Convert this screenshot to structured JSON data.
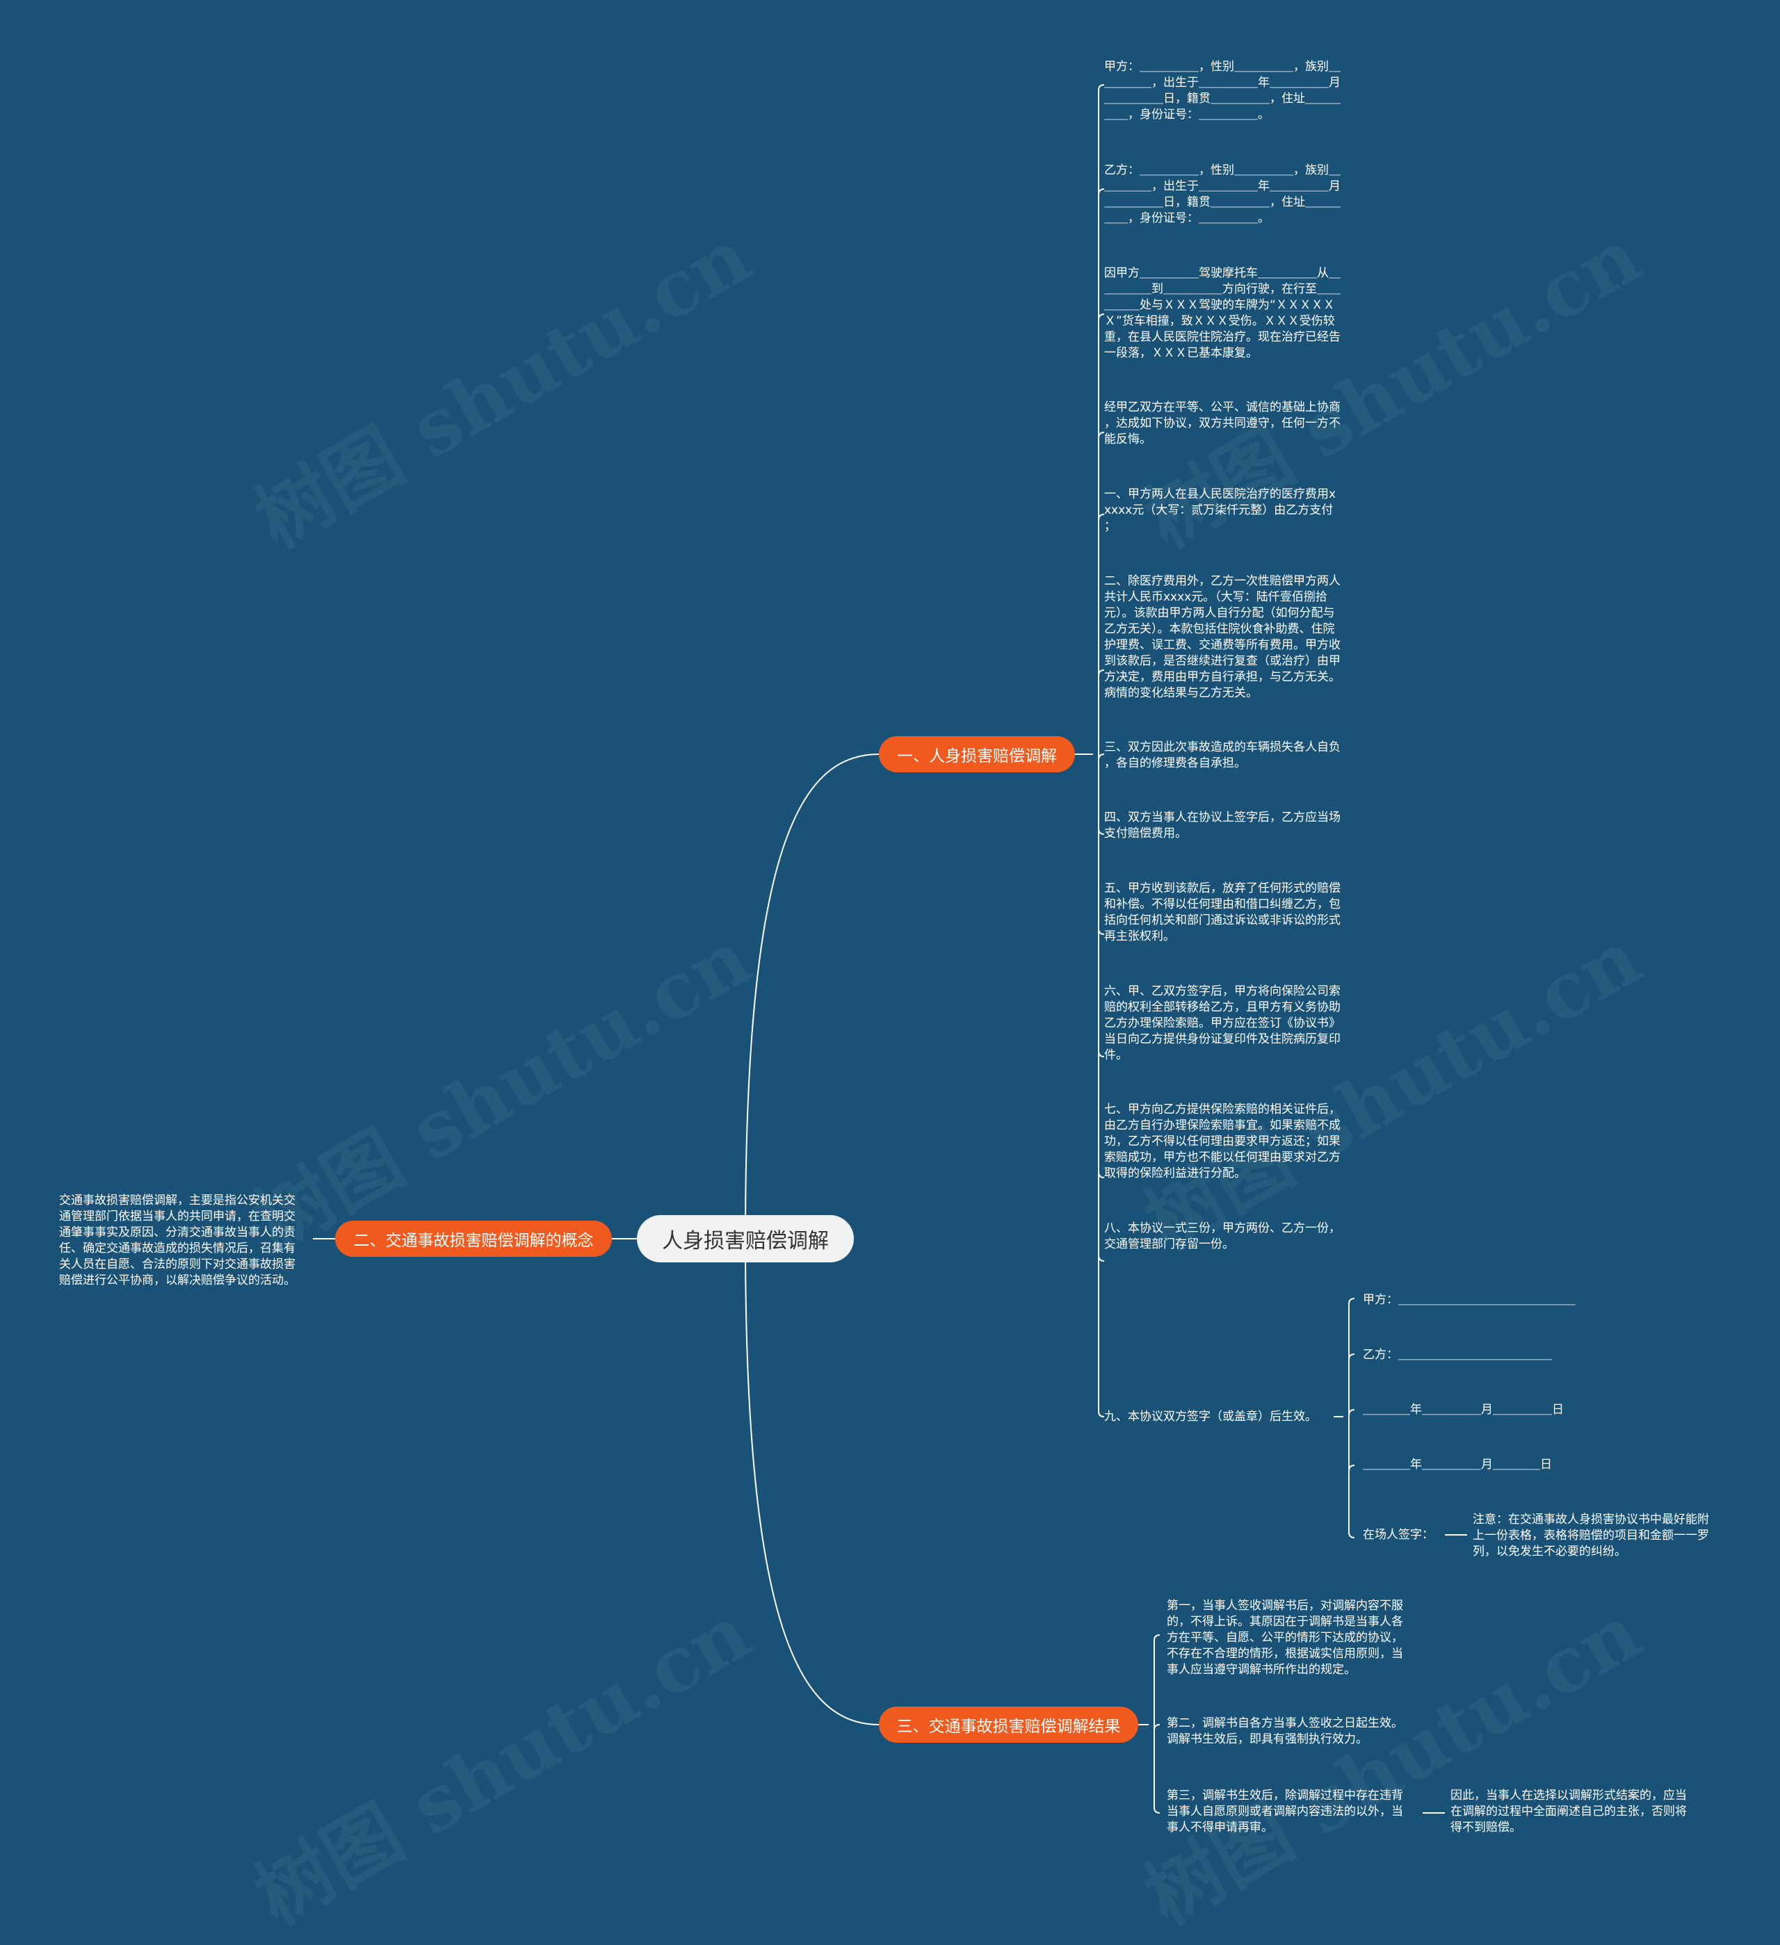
{
  "watermark": "树图 shutu.cn",
  "root": "人身损害赔偿调解",
  "branches": {
    "b1": "一、人身损害赔偿调解",
    "b2": "二、交通事故损害赔偿调解的概念",
    "b3": "三、交通事故损害赔偿调解结果"
  },
  "b1_items": [
    "甲方：＿＿＿＿＿，性别＿＿＿＿＿，族别＿\n＿＿＿＿，出生于＿＿＿＿＿年＿＿＿＿＿月\n＿＿＿＿＿日，籍贯＿＿＿＿＿，住址＿＿＿\n＿＿，身份证号：＿＿＿＿＿。",
    "乙方：＿＿＿＿＿，性别＿＿＿＿＿，族别＿\n＿＿＿＿，出生于＿＿＿＿＿年＿＿＿＿＿月\n＿＿＿＿＿日，籍贯＿＿＿＿＿，住址＿＿＿\n＿＿，身份证号：＿＿＿＿＿。",
    "因甲方＿＿＿＿＿驾驶摩托车＿＿＿＿＿从＿\n＿＿＿＿到＿＿＿＿＿方向行驶，在行至＿＿\n＿＿＿处与ＸＸＸ驾驶的车牌为“ＸＸＸＸＸ\nＸ”货车相撞，致ＸＸＸ受伤。ＸＸＸ受伤较\n重，在县人民医院住院治疗。现在治疗已经告\n一段落，ＸＸＸ已基本康复。",
    "经甲乙双方在平等、公平、诚信的基础上协商\n，达成如下协议，双方共同遵守，任何一方不\n能反悔。",
    "一、甲方两人在县人民医院治疗的医疗费用x\nxxxx元（大写：贰万柒仟元整）由乙方支付\n；",
    "二、除医疗费用外，乙方一次性赔偿甲方两人\n共计人民币xxxx元。（大写：陆仟壹佰捌拾\n元）。该款由甲方两人自行分配（如何分配与\n乙方无关）。本款包括住院伙食补助费、住院\n护理费、误工费、交通费等所有费用。甲方收\n到该款后，是否继续进行复查（或治疗）由甲\n方决定，费用由甲方自行承担，与乙方无关。\n病情的变化结果与乙方无关。",
    "三、双方因此次事故造成的车辆损失各人自负\n，各自的修理费各自承担。",
    "四、双方当事人在协议上签字后，乙方应当场\n支付赔偿费用。",
    "五、甲方收到该款后，放弃了任何形式的赔偿\n和补偿。不得以任何理由和借口纠缠乙方，包\n括向任何机关和部门通过诉讼或非诉讼的形式\n再主张权利。",
    "六、甲、乙双方签字后，甲方将向保险公司索\n赔的权利全部转移给乙方，且甲方有义务协助\n乙方办理保险索赔。甲方应在签订《协议书》\n当日向乙方提供身份证复印件及住院病历复印\n件。",
    "七、甲方向乙方提供保险索赔的相关证件后，\n由乙方自行办理保险索赔事宜。如果索赔不成\n功，乙方不得以任何理由要求甲方返还；如果\n索赔成功，甲方也不能以任何理由要求对乙方\n取得的保险利益进行分配。",
    "八、本协议一式三份，甲方两份、乙方一份，\n交通管理部门存留一份。",
    "九、本协议双方签字（或盖章）后生效。"
  ],
  "sign_items": [
    "甲方：＿＿＿＿＿＿＿＿＿＿＿＿＿＿＿",
    "乙方：＿＿＿＿＿＿＿＿＿＿＿＿＿",
    "＿＿＿＿年＿＿＿＿＿月＿＿＿＿＿日",
    "＿＿＿＿年＿＿＿＿＿月＿＿＿＿日",
    "在场人签字："
  ],
  "note": "注意：在交通事故人身损害协议书中最好能附\n上一份表格，表格将赔偿的项目和金额一一罗\n列，以免发生不必要的纠纷。",
  "b2_text": "交通事故损害赔偿调解，主要是指公安机关交\n通管理部门依据当事人的共同申请，在查明交\n通肇事事实及原因、分清交通事故当事人的责\n任、确定交通事故造成的损失情况后，召集有\n关人员在自愿、合法的原则下对交通事故损害\n赔偿进行公平协商，以解决赔偿争议的活动。",
  "b3_items": [
    "第一，当事人签收调解书后，对调解内容不服\n的，不得上诉。其原因在于调解书是当事人各\n方在平等、自愿、公平的情形下达成的协议，\n不存在不合理的情形，根据诚实信用原则，当\n事人应当遵守调解书所作出的规定。",
    "第二，调解书自各方当事人签收之日起生效。\n调解书生效后，即具有强制执行效力。",
    "第三，调解书生效后，除调解过程中存在违背\n当事人自愿原则或者调解内容违法的以外，当\n事人不得申请再审。"
  ],
  "b3_sub": "因此，当事人在选择以调解形式结案的，应当\n在调解的过程中全面阐述自己的主张，否则将\n得不到赔偿。"
}
